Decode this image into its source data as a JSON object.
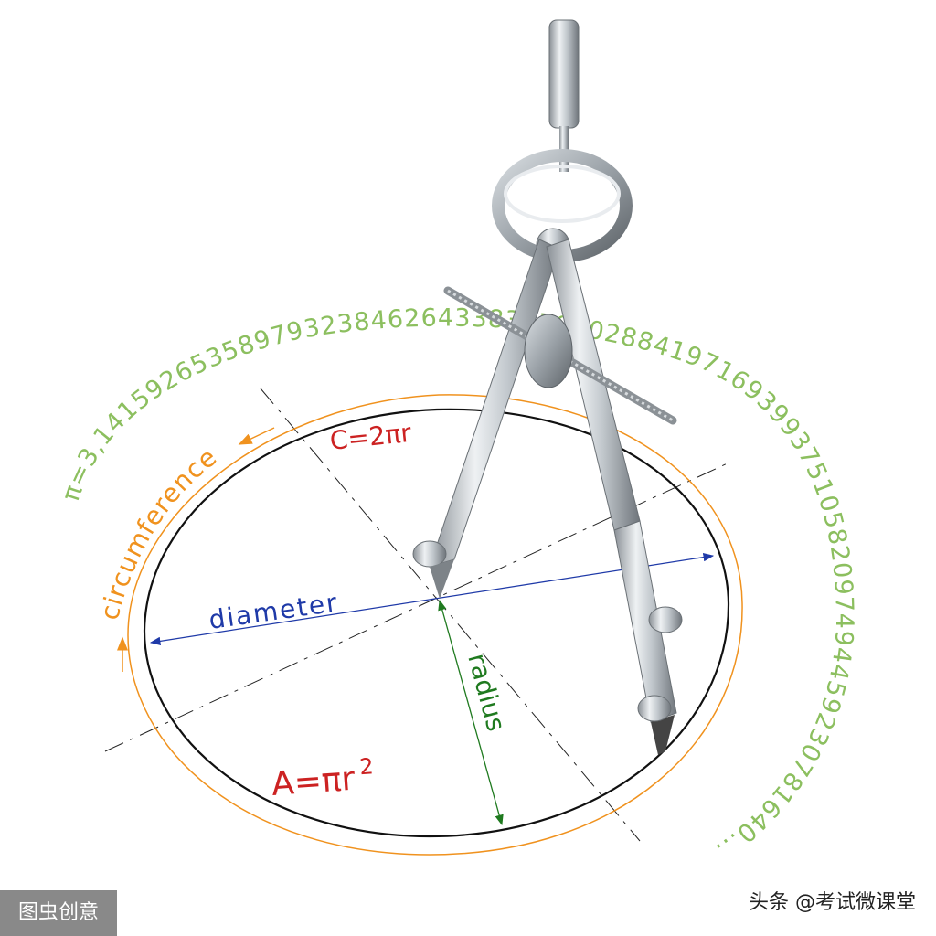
{
  "labels": {
    "circumference_formula": "C=2πr",
    "area_formula_main": "A=πr",
    "area_formula_exp": "2",
    "diameter": "diameter",
    "radius": "radius",
    "circumference": "circumference",
    "pi_digits": "π=3,14159265358979323846264338327950288419716939937510582097494459230781640..."
  },
  "watermarks": {
    "left": "图虫创意",
    "right": "头条 @考试微课堂"
  },
  "colors": {
    "formula": "#cc2222",
    "diameter": "#1f3aa8",
    "radius": "#1f7a1f",
    "circumference": "#f0921e",
    "pi_digits": "#8cbf5f",
    "circle": "#111111"
  },
  "icons": {
    "compass": "drawing-compass-icon"
  }
}
